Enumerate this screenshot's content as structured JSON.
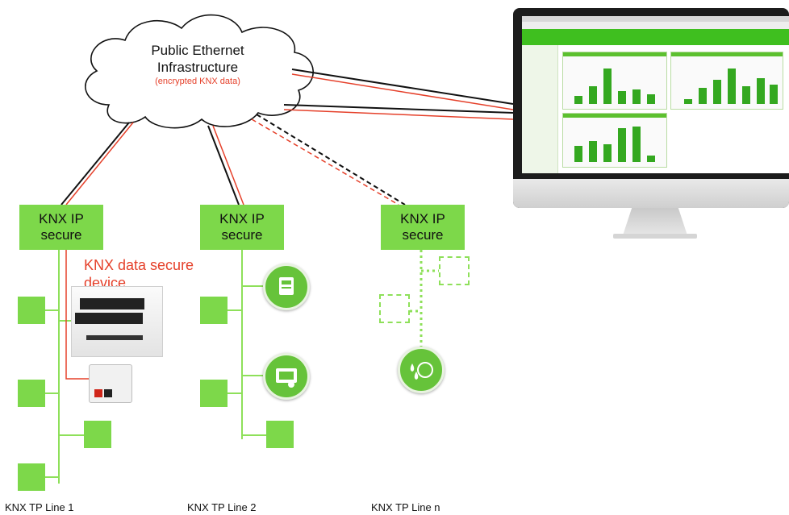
{
  "cloud": {
    "title_line1": "Public Ethernet",
    "title_line2": "Infrastructure",
    "subtitle": "(encrypted KNX data)"
  },
  "gateways": [
    {
      "line1": "KNX IP",
      "line2": "secure"
    },
    {
      "line1": "KNX IP",
      "line2": "secure"
    },
    {
      "line1": "KNX IP",
      "line2": "secure"
    }
  ],
  "secure_device_label_line1": "KNX data secure",
  "secure_device_label_line2": "device",
  "lines": [
    {
      "label": "KNX TP Line 1"
    },
    {
      "label": "KNX TP Line 2"
    },
    {
      "label": "KNX TP Line n"
    }
  ],
  "colors": {
    "knx_green": "#7dd84a",
    "encrypted_red": "#e5402a",
    "ethernet_black": "#111111"
  },
  "icons": [
    "meter-icon",
    "tablet-touch-icon",
    "water-meter-icon",
    "monitor-icon",
    "cloud-icon"
  ]
}
